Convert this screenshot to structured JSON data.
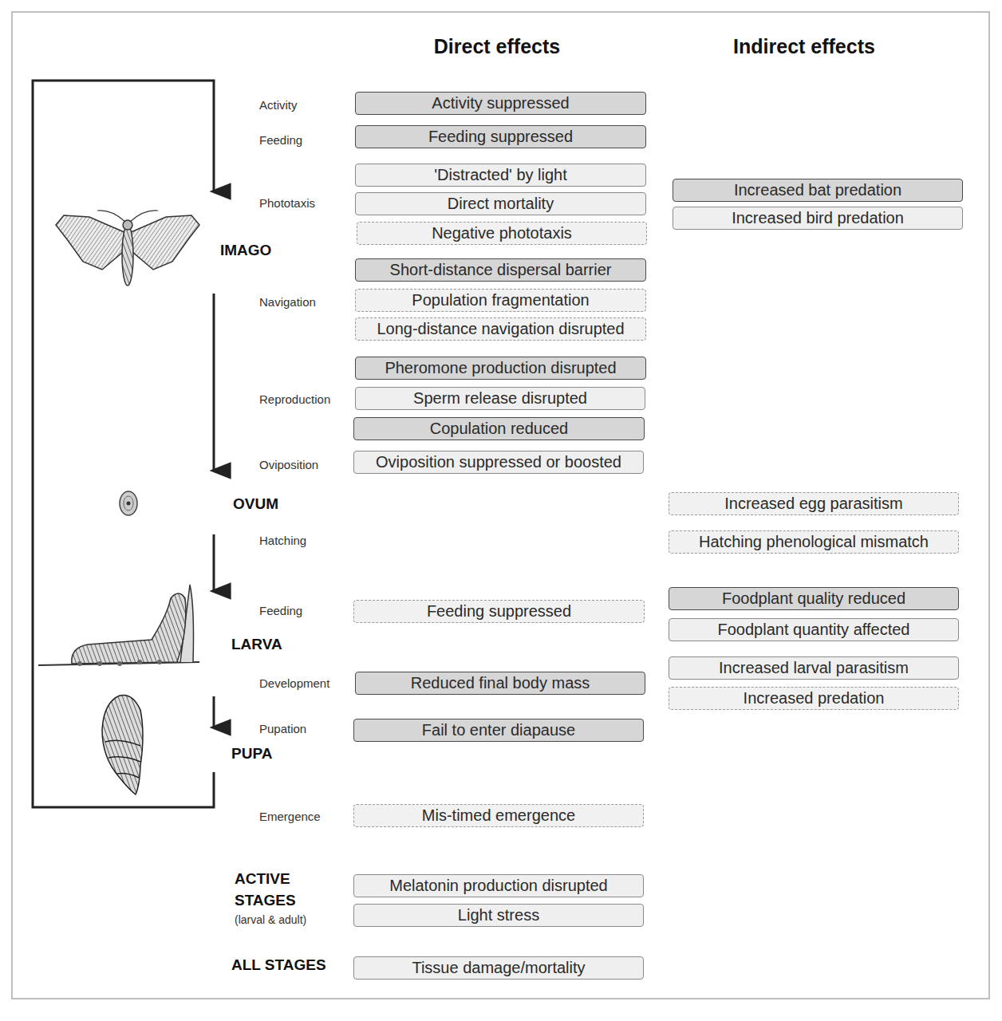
{
  "diagram": {
    "nodes": [
      {
        "text": [
          "Activity suppressed"
        ]
      },
      {
        "text": [
          "Feeding suppressed"
        ]
      },
      {
        "text": [
          "'Distracted' by light"
        ]
      },
      {
        "text": [
          "Increased bat predation"
        ]
      },
      {
        "text": [
          "Direct mortality"
        ]
      },
      {
        "text": [
          "Increased bird predation"
        ]
      },
      {
        "text": [
          "Negative phototaxis"
        ]
      },
      {
        "text": [
          "Short-distance dispersal barrier"
        ]
      },
      {
        "text": [
          "Population fragmentation"
        ]
      },
      {
        "text": [
          "Long-distance navigation disrupted"
        ]
      },
      {
        "text": [
          "Pheromone production disrupted"
        ]
      },
      {
        "text": [
          "Sperm release disrupted"
        ]
      },
      {
        "text": [
          "Copulation reduced"
        ]
      },
      {
        "text": [
          "Oviposition suppressed or boosted"
        ]
      },
      {
        "text": [
          "Increased egg parasitism"
        ]
      },
      {
        "text": [
          "Hatching phenological mismatch"
        ]
      },
      {
        "text": [
          "Foodplant quality reduced"
        ]
      },
      {
        "text": [
          "Feeding suppressed"
        ]
      },
      {
        "text": [
          "Foodplant quantity affected"
        ]
      },
      {
        "text": [
          "Increased larval parasitism"
        ]
      },
      {
        "text": [
          "Reduced final body mass"
        ]
      },
      {
        "text": [
          "Increased predation"
        ]
      },
      {
        "text": [
          "Fail to enter diapause"
        ]
      },
      {
        "text": [
          "Mis-timed emergence"
        ]
      },
      {
        "text": [
          "Melatonin production disrupted"
        ]
      },
      {
        "text": [
          "Light stress"
        ]
      },
      {
        "text": [
          "Tissue damage/mortality"
        ]
      }
    ],
    "labels": [
      "Direct effects",
      "Indirect effects",
      "Activity",
      "Feeding",
      "Phototaxis",
      "IMAGO",
      "Navigation",
      "Reproduction",
      "Oviposition",
      "OVUM",
      "Hatching",
      "Feeding",
      "LARVA",
      "Development",
      "Pupation",
      "PUPA",
      "Emergence",
      "ACTIVE STAGES",
      "(larval & adult)",
      "ALL STAGES"
    ]
  }
}
